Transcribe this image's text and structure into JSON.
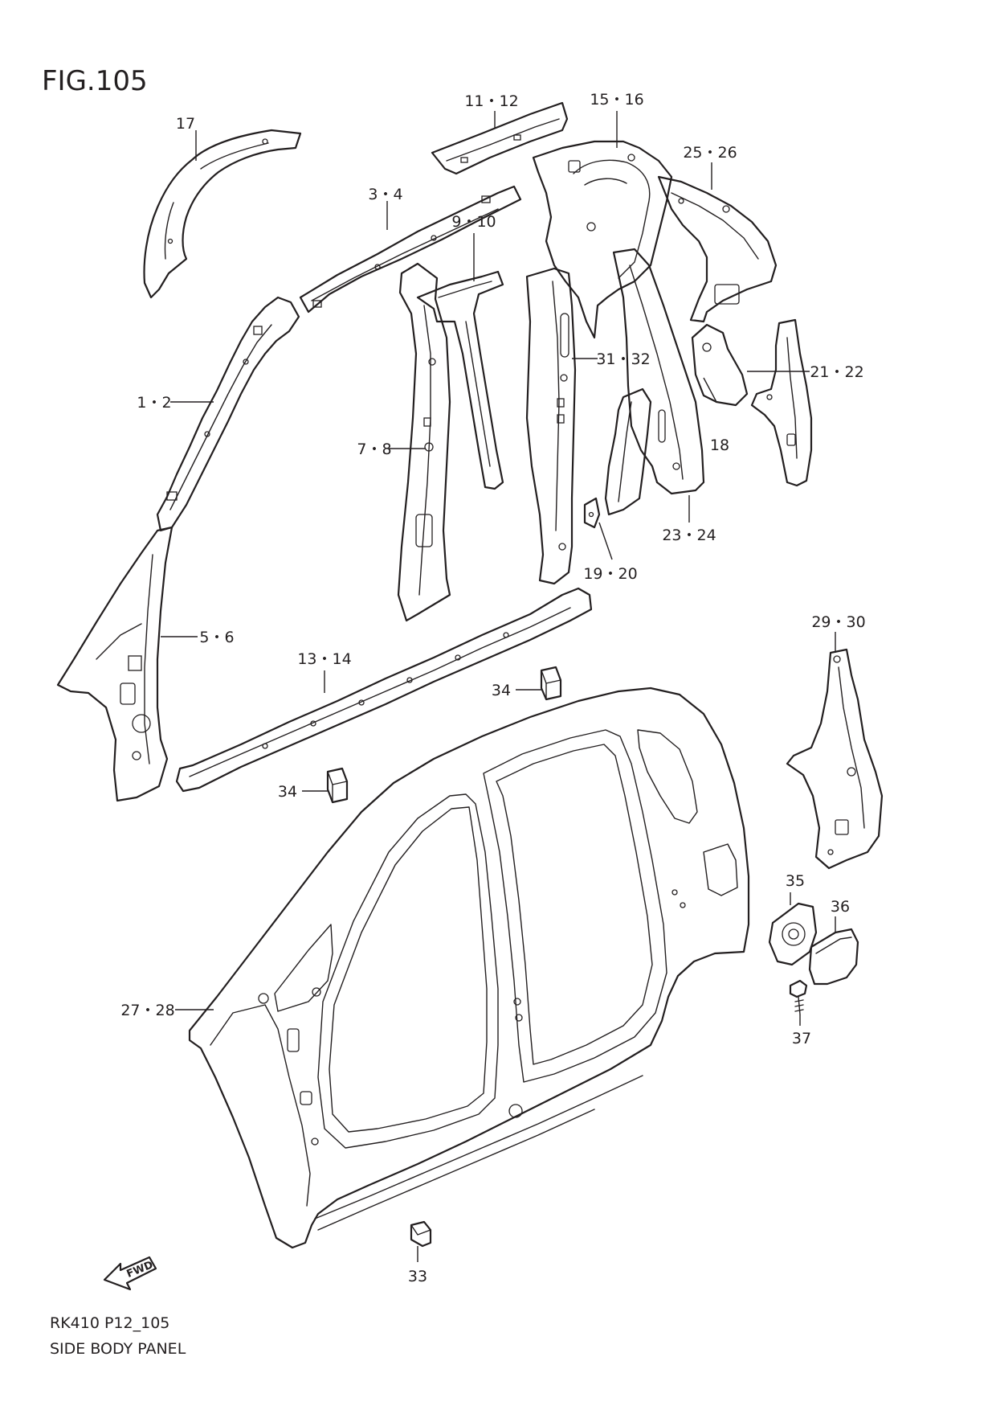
{
  "figure": {
    "title": "FIG.105",
    "code": "RK410 P12_105",
    "name": "SIDE BODY PANEL",
    "direction_marker": "FWD"
  },
  "callouts": {
    "c1_2": "1・2",
    "c3_4": "3・4",
    "c5_6": "5・6",
    "c7_8": "7・8",
    "c9_10": "9・10",
    "c11_12": "11・12",
    "c13_14": "13・14",
    "c15_16": "15・16",
    "c17": "17",
    "c18": "18",
    "c19_20": "19・20",
    "c21_22": "21・22",
    "c23_24": "23・24",
    "c25_26": "25・26",
    "c27_28": "27・28",
    "c29_30": "29・30",
    "c31_32": "31・32",
    "c33": "33",
    "c34a": "34",
    "c34b": "34",
    "c35": "35",
    "c36": "36",
    "c37": "37"
  }
}
